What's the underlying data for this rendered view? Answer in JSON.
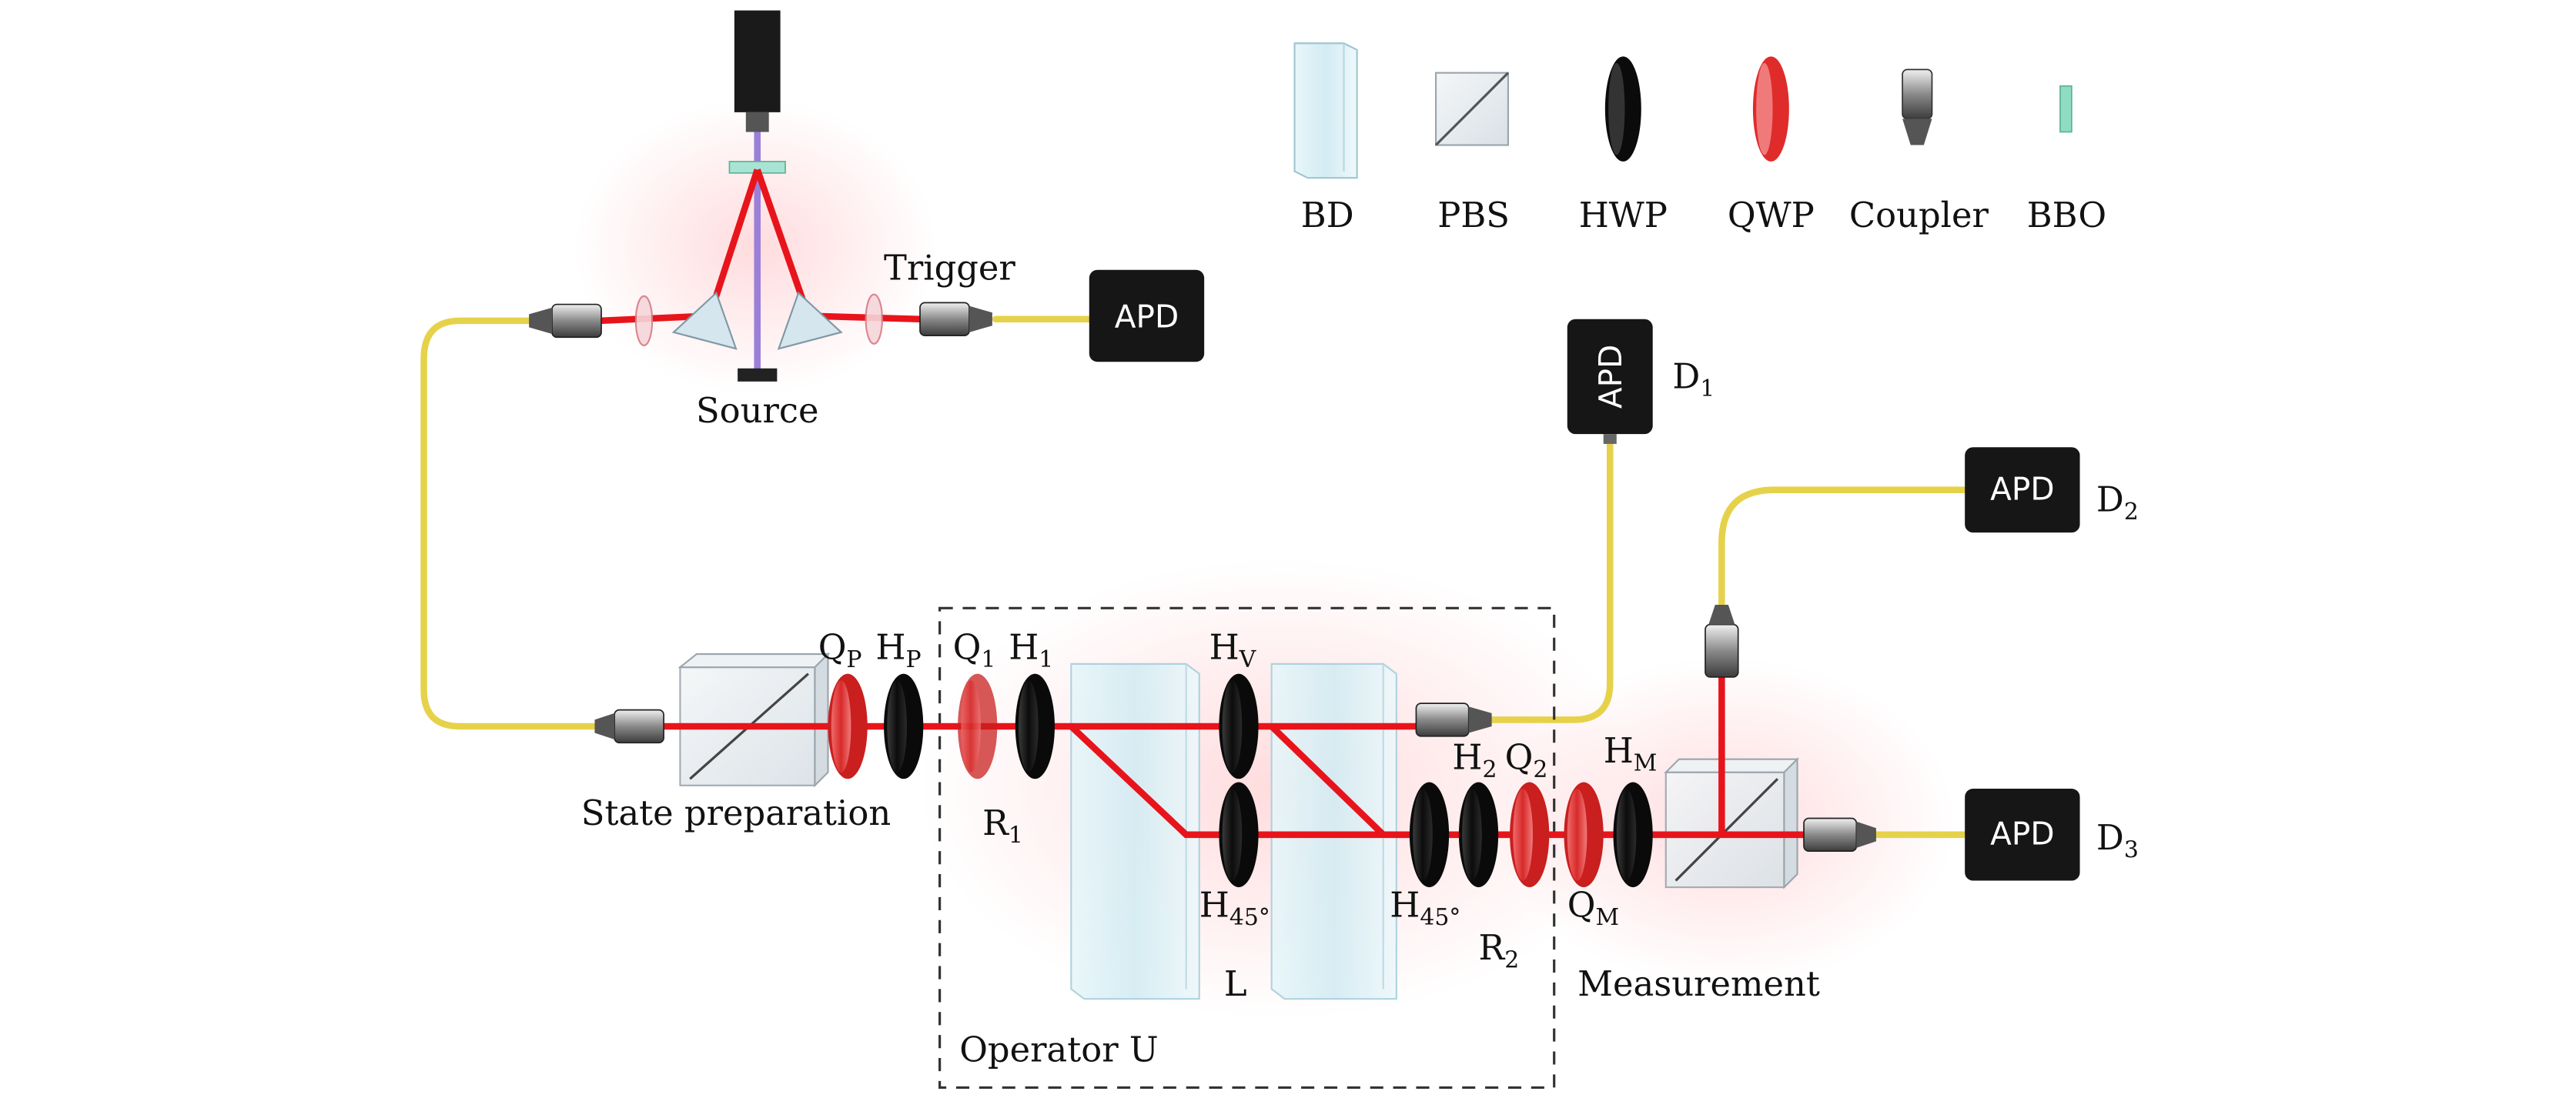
{
  "legend": {
    "bd": "BD",
    "pbs": "PBS",
    "hwp": "HWP",
    "qwp": "QWP",
    "coupler": "Coupler",
    "bbo": "BBO"
  },
  "labels": {
    "trigger": "Trigger",
    "source": "Source",
    "state_preparation": "State preparation",
    "measurement": "Measurement",
    "operator": "Operator U",
    "l": "L"
  },
  "detectors": {
    "apd_text": "APD",
    "d1": {
      "main": "D",
      "sub": "1"
    },
    "d2": {
      "main": "D",
      "sub": "2"
    },
    "d3": {
      "main": "D",
      "sub": "3"
    }
  },
  "elements": {
    "qp": {
      "main": "Q",
      "sub": "P"
    },
    "hp": {
      "main": "H",
      "sub": "P"
    },
    "q1": {
      "main": "Q",
      "sub": "1"
    },
    "h1": {
      "main": "H",
      "sub": "1"
    },
    "r1": {
      "main": "R",
      "sub": "1"
    },
    "hv": {
      "main": "H",
      "sub": "V"
    },
    "h45a": {
      "main": "H",
      "sub": "45°"
    },
    "h45b": {
      "main": "H",
      "sub": "45°"
    },
    "h2": {
      "main": "H",
      "sub": "2"
    },
    "q2": {
      "main": "Q",
      "sub": "2"
    },
    "r2": {
      "main": "R",
      "sub": "2"
    },
    "hm": {
      "main": "H",
      "sub": "M"
    },
    "qm": {
      "main": "Q",
      "sub": "M"
    }
  },
  "colors": {
    "beam": "#e8141b",
    "fiber": "#e6d24a",
    "pump": "#9b7fd8",
    "hwp": "#141414",
    "qwp": "#e23a3a",
    "apd": "#161616",
    "bd": "#dff1f6",
    "pbs": "#e4ebef"
  }
}
